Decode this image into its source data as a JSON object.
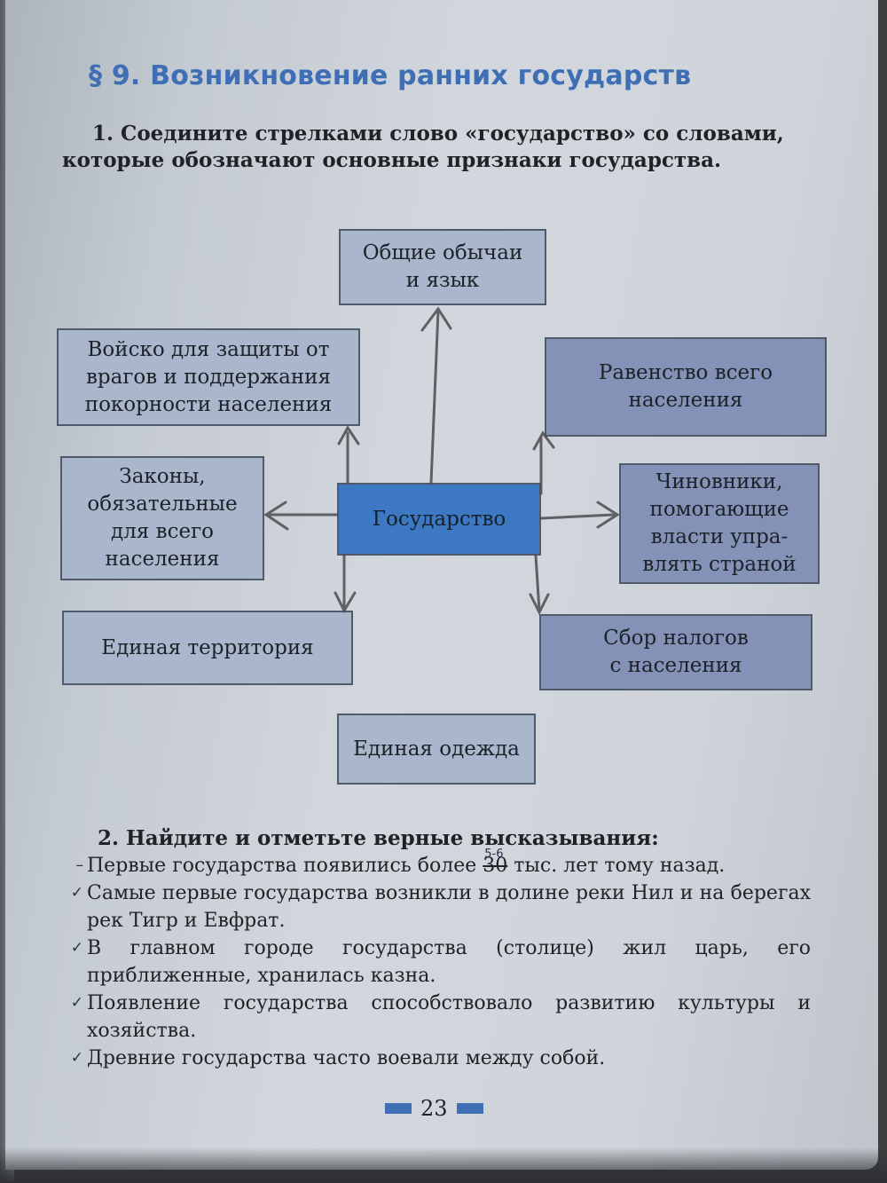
{
  "title": "§ 9. Возникновение ранних государств",
  "task1": {
    "line1": "1. Соедините стрелками слово «государство» со словами,",
    "line2": "которые обозначают основные признаки государства."
  },
  "diagram": {
    "center": "Государство",
    "boxes": {
      "customs": [
        "Общие обычаи",
        "и язык"
      ],
      "army": [
        "Войско для защиты от",
        "врагов и поддержания",
        "покорности населения"
      ],
      "equality": [
        "Равенство всего",
        "населения"
      ],
      "laws": [
        "Законы,",
        "обязательные",
        "для всего",
        "населения"
      ],
      "officials": [
        "Чиновники,",
        "помогающие",
        "власти упра-",
        "влять страной"
      ],
      "territory": [
        "Единая территория"
      ],
      "taxes": [
        "Сбор налогов",
        "с населения"
      ],
      "clothing": [
        "Единая одежда"
      ]
    }
  },
  "task2": {
    "heading": "2. Найдите и отметьте верные высказывания:",
    "statements": [
      {
        "mark": "–",
        "parts": [
          "Первые государства появились более ",
          "30",
          " тыс. лет тому назад."
        ],
        "note": "5-6"
      },
      {
        "mark": "✓",
        "text": "Самые первые государства возникли в долине реки Нил и на берегах рек Тигр и Евфрат."
      },
      {
        "mark": "✓",
        "text": "В главном городе государства (столице) жил царь, его приближенные, хранилась казна."
      },
      {
        "mark": "✓",
        "text": "Появление государства способствовало развитию культуры и хозяйства."
      },
      {
        "mark": "✓",
        "text": "Древние государства часто воевали между собой."
      }
    ]
  },
  "page_number": "23",
  "colors": {
    "accent": "#3e6fb5",
    "box": "#a9b6cc",
    "box_dark": "#8392b6",
    "center": "#3c79c2"
  }
}
